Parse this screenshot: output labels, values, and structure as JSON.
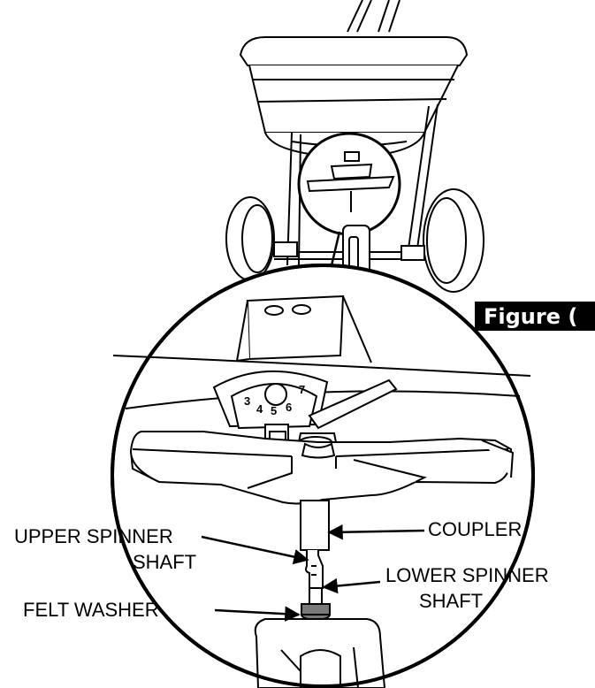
{
  "figure_label": "Figure (",
  "callouts": {
    "upper_spinner_shaft_line1": "UPPER SPINNER",
    "upper_spinner_shaft_line2": "SHAFT",
    "coupler": "COUPLER",
    "lower_spinner_shaft_line1": "LOWER SPINNER",
    "lower_spinner_shaft_line2": "SHAFT",
    "felt_washer": "FELT WASHER"
  },
  "dial_numbers": [
    "3",
    "4",
    "5",
    "6",
    "7"
  ],
  "colors": {
    "ink": "#000000",
    "paper": "#ffffff",
    "washer_fill": "#7a7a7a"
  }
}
